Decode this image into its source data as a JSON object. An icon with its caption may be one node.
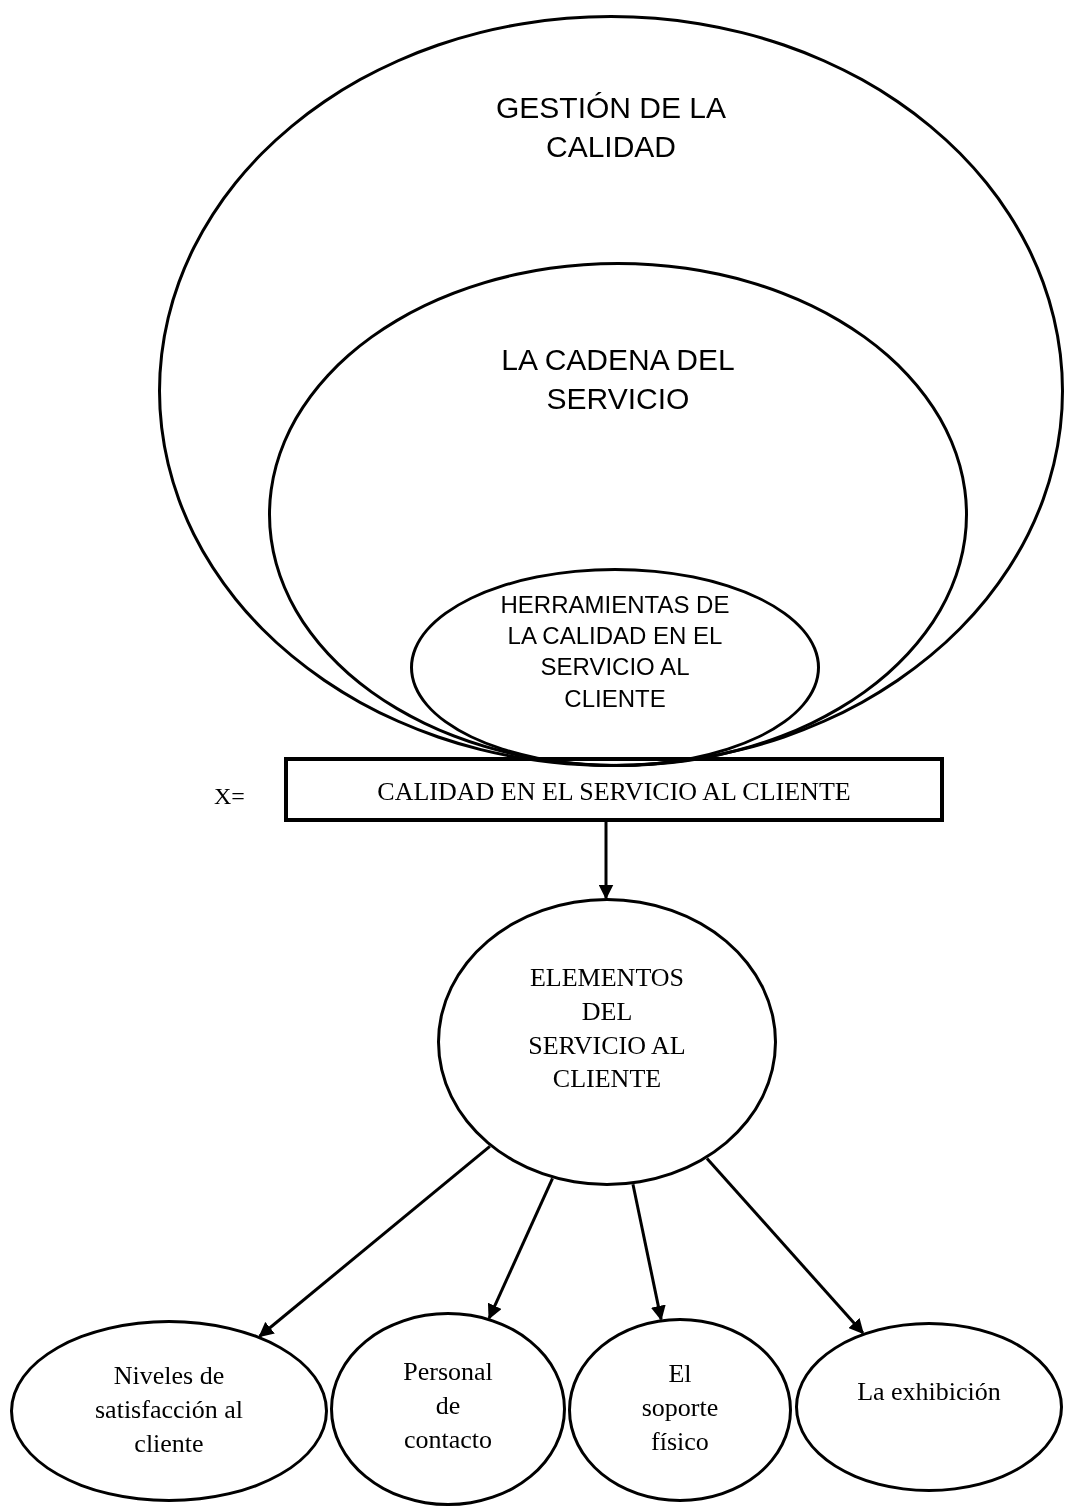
{
  "diagram": {
    "nodes": [
      {
        "text": [
          "GESTIÓN DE LA CALIDAD"
        ]
      },
      {
        "text": [
          "LA CADENA DEL SERVICIO"
        ],
        "in": 0
      },
      {
        "text": [
          "HERRAMIENTAS DE LA CALIDAD EN EL SERVICIO AL CLIENTE"
        ],
        "in": 1
      },
      {
        "text": [
          "CALIDAD EN EL SERVICIO AL CLIENTE"
        ],
        "beside": [
          "X="
        ]
      },
      {
        "text": [
          "ELEMENTOS DEL SERVICIO AL CLIENTE"
        ]
      },
      {
        "text": [
          "Niveles de satisfacción al cliente"
        ]
      },
      {
        "text": [
          "Personal de contacto"
        ]
      },
      {
        "text": [
          "El soporte físico"
        ]
      },
      {
        "text": [
          "La exhibición"
        ]
      }
    ],
    "edges": [
      {
        "from": 3,
        "to": 4,
        "arrow": "to"
      },
      {
        "from": 4,
        "to": 5,
        "arrow": "to"
      },
      {
        "from": 4,
        "to": 6,
        "arrow": "to"
      },
      {
        "from": 4,
        "to": 7,
        "arrow": "to"
      },
      {
        "from": 4,
        "to": 8,
        "arrow": "to"
      }
    ]
  }
}
